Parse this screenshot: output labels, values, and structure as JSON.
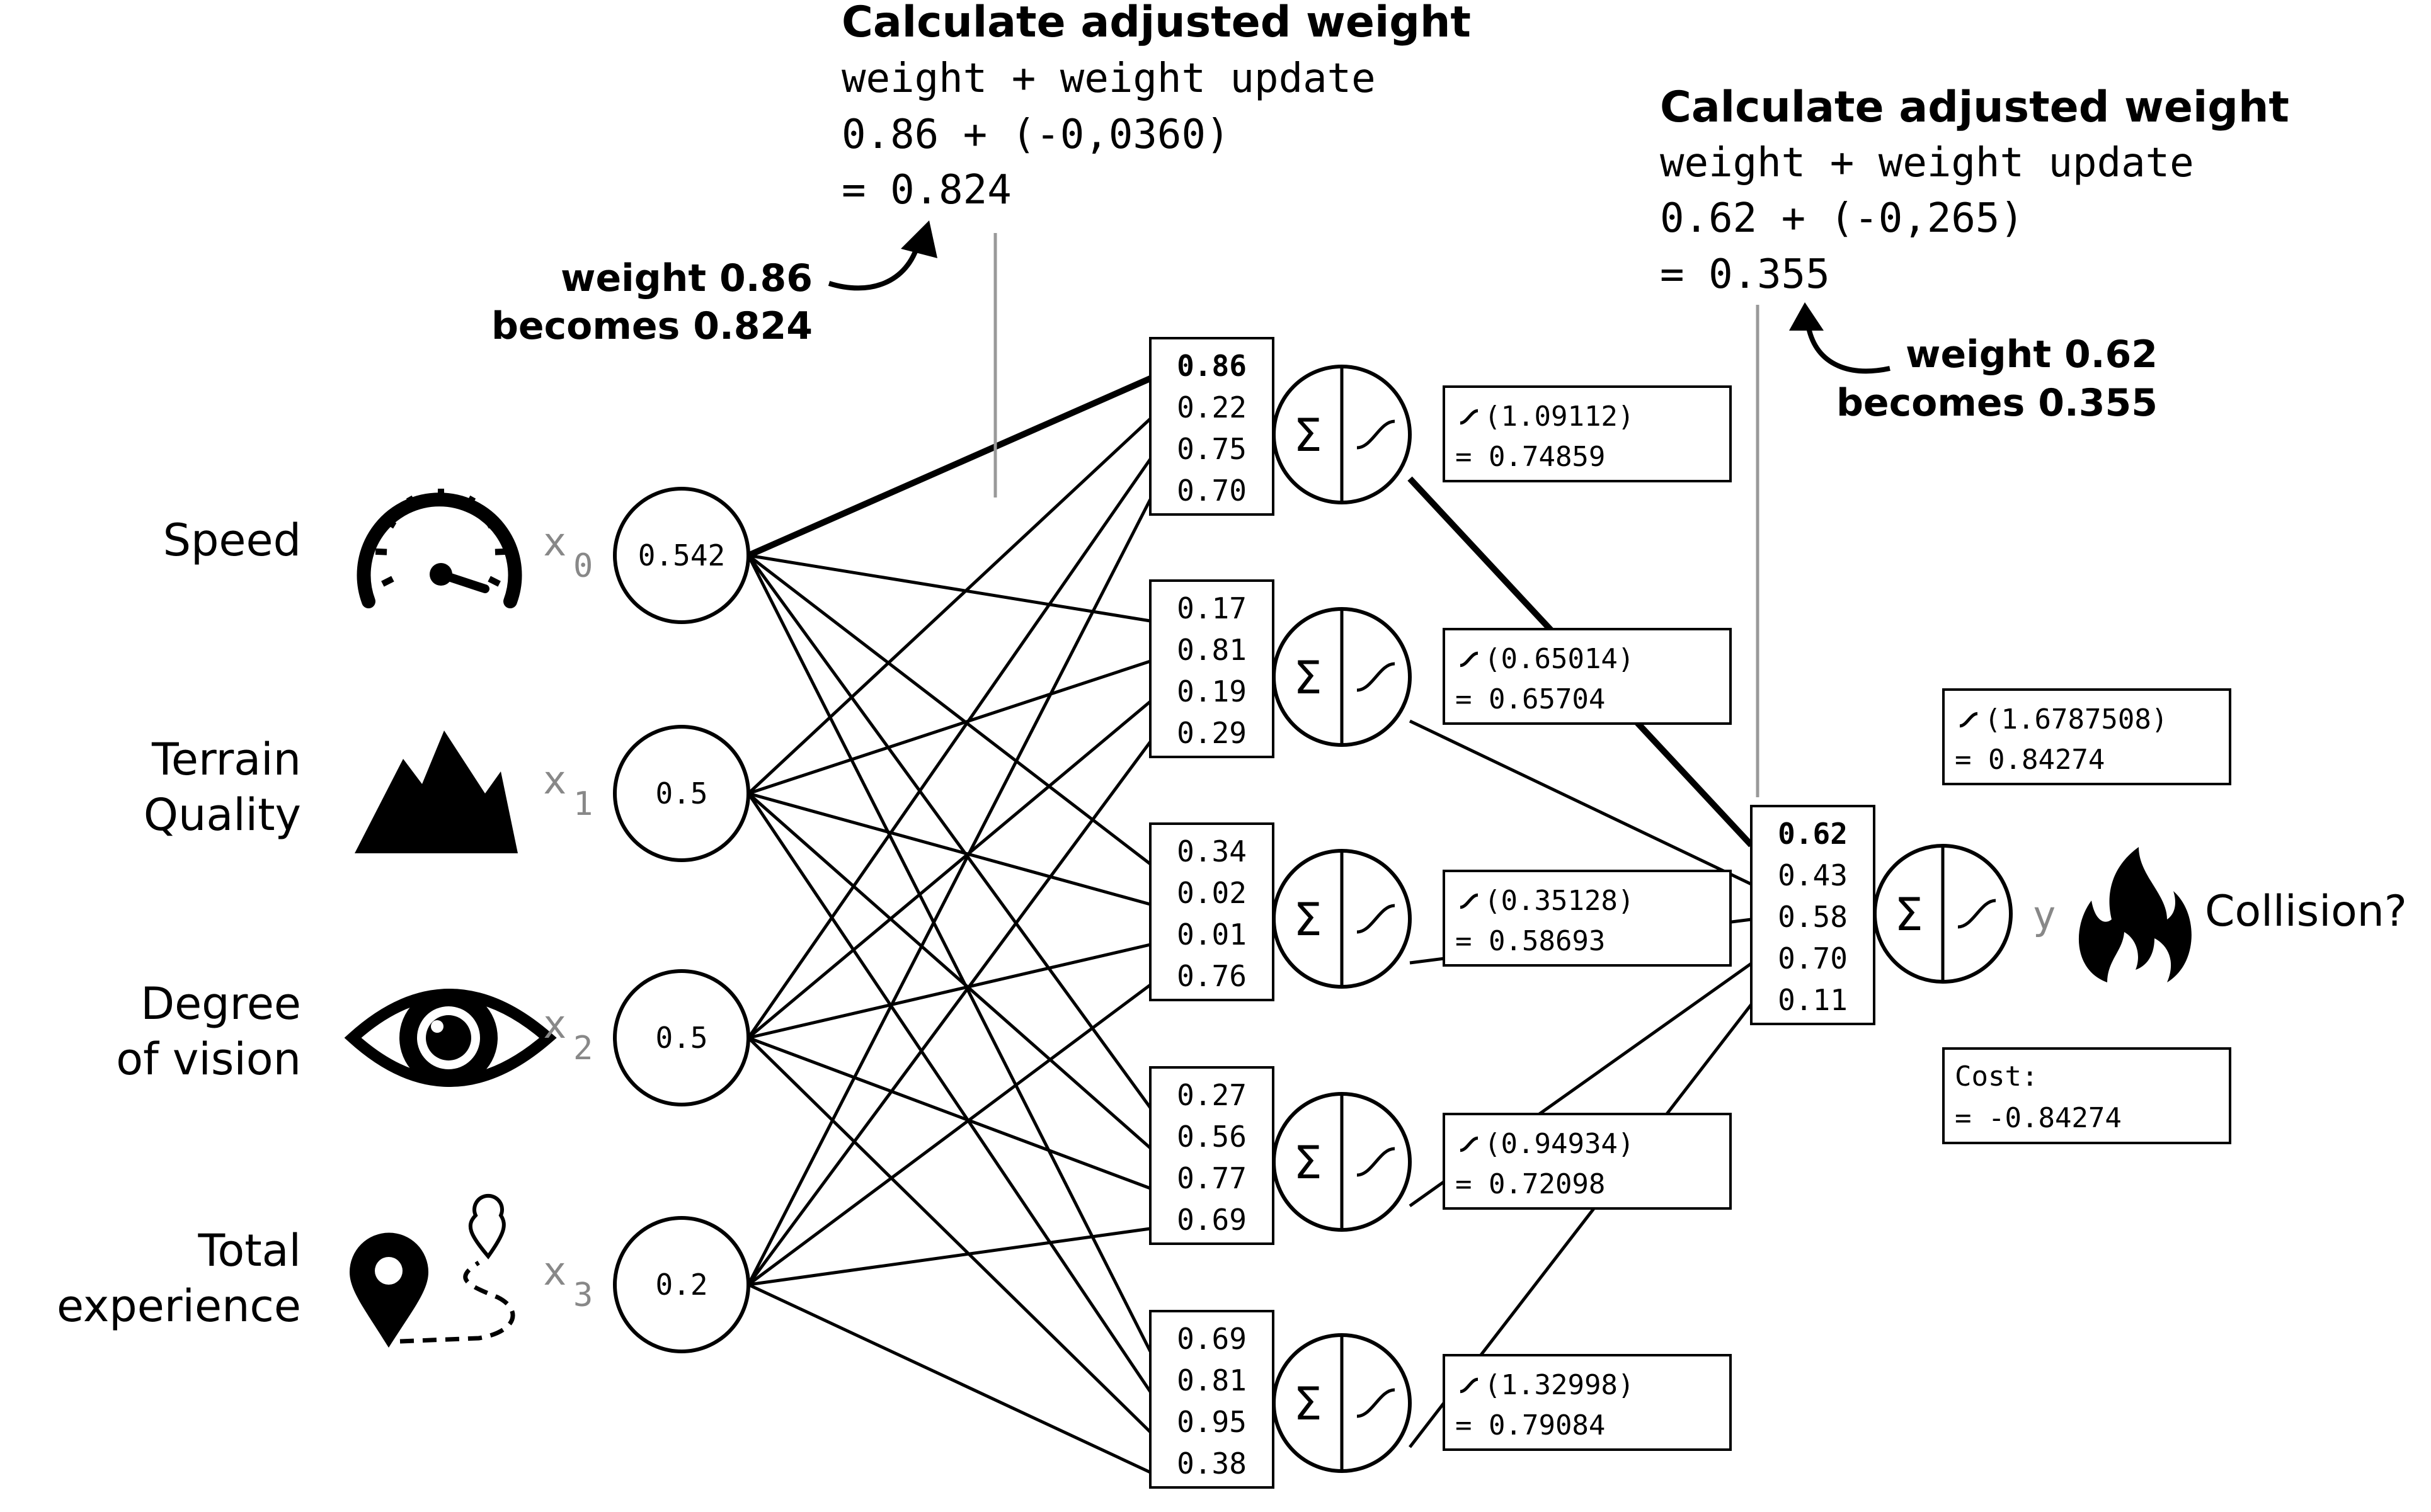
{
  "inputs": [
    {
      "label_lines": [
        "Speed"
      ],
      "var": "x",
      "sub": "0",
      "value": "0.542",
      "icon": "speedometer-icon"
    },
    {
      "label_lines": [
        "Terrain",
        "Quality"
      ],
      "var": "x",
      "sub": "1",
      "value": "0.5",
      "icon": "mountain-icon"
    },
    {
      "label_lines": [
        "Degree",
        "of vision"
      ],
      "var": "x",
      "sub": "2",
      "value": "0.5",
      "icon": "eye-icon"
    },
    {
      "label_lines": [
        "Total",
        "experience"
      ],
      "var": "x",
      "sub": "3",
      "value": "0.2",
      "icon": "route-pin-icon"
    }
  ],
  "hidden": [
    {
      "weights": [
        "0.86",
        "0.22",
        "0.75",
        "0.70"
      ],
      "bold_first": true,
      "act_in": "(1.09112)",
      "act_out": "= 0.74859"
    },
    {
      "weights": [
        "0.17",
        "0.81",
        "0.19",
        "0.29"
      ],
      "bold_first": false,
      "act_in": "(0.65014)",
      "act_out": "= 0.65704"
    },
    {
      "weights": [
        "0.34",
        "0.02",
        "0.01",
        "0.76"
      ],
      "bold_first": false,
      "act_in": "(0.35128)",
      "act_out": "= 0.58693"
    },
    {
      "weights": [
        "0.27",
        "0.56",
        "0.77",
        "0.69"
      ],
      "bold_first": false,
      "act_in": "(0.94934)",
      "act_out": "= 0.72098"
    },
    {
      "weights": [
        "0.69",
        "0.81",
        "0.95",
        "0.38"
      ],
      "bold_first": false,
      "act_in": "(1.32998)",
      "act_out": "= 0.79084"
    }
  ],
  "output": {
    "weights": [
      "0.62",
      "0.43",
      "0.58",
      "0.70",
      "0.11"
    ],
    "var": "y",
    "act_in": "(1.6787508)",
    "act_out": "= 0.84274",
    "cost_label": "Cost:",
    "cost_value": "= -0.84274",
    "result_label": "Collision?",
    "icon": "fire-icon"
  },
  "sum_symbol": "Σ",
  "annotations": {
    "left": {
      "title": "Calculate adjusted weight",
      "line1": "weight + weight update",
      "line2": "0.86 + (-0,0360)",
      "line3": "= 0.824",
      "note1": "weight 0.86",
      "note2": "becomes 0.824"
    },
    "right": {
      "title": "Calculate adjusted weight",
      "line1": "weight  + weight update",
      "line2": "0.62 + (-0,265)",
      "line3": "= 0.355",
      "note1": "weight 0.62",
      "note2": "becomes 0.355"
    }
  },
  "colors": {
    "ink": "#000000",
    "muted": "#888888",
    "background": "#ffffff"
  }
}
